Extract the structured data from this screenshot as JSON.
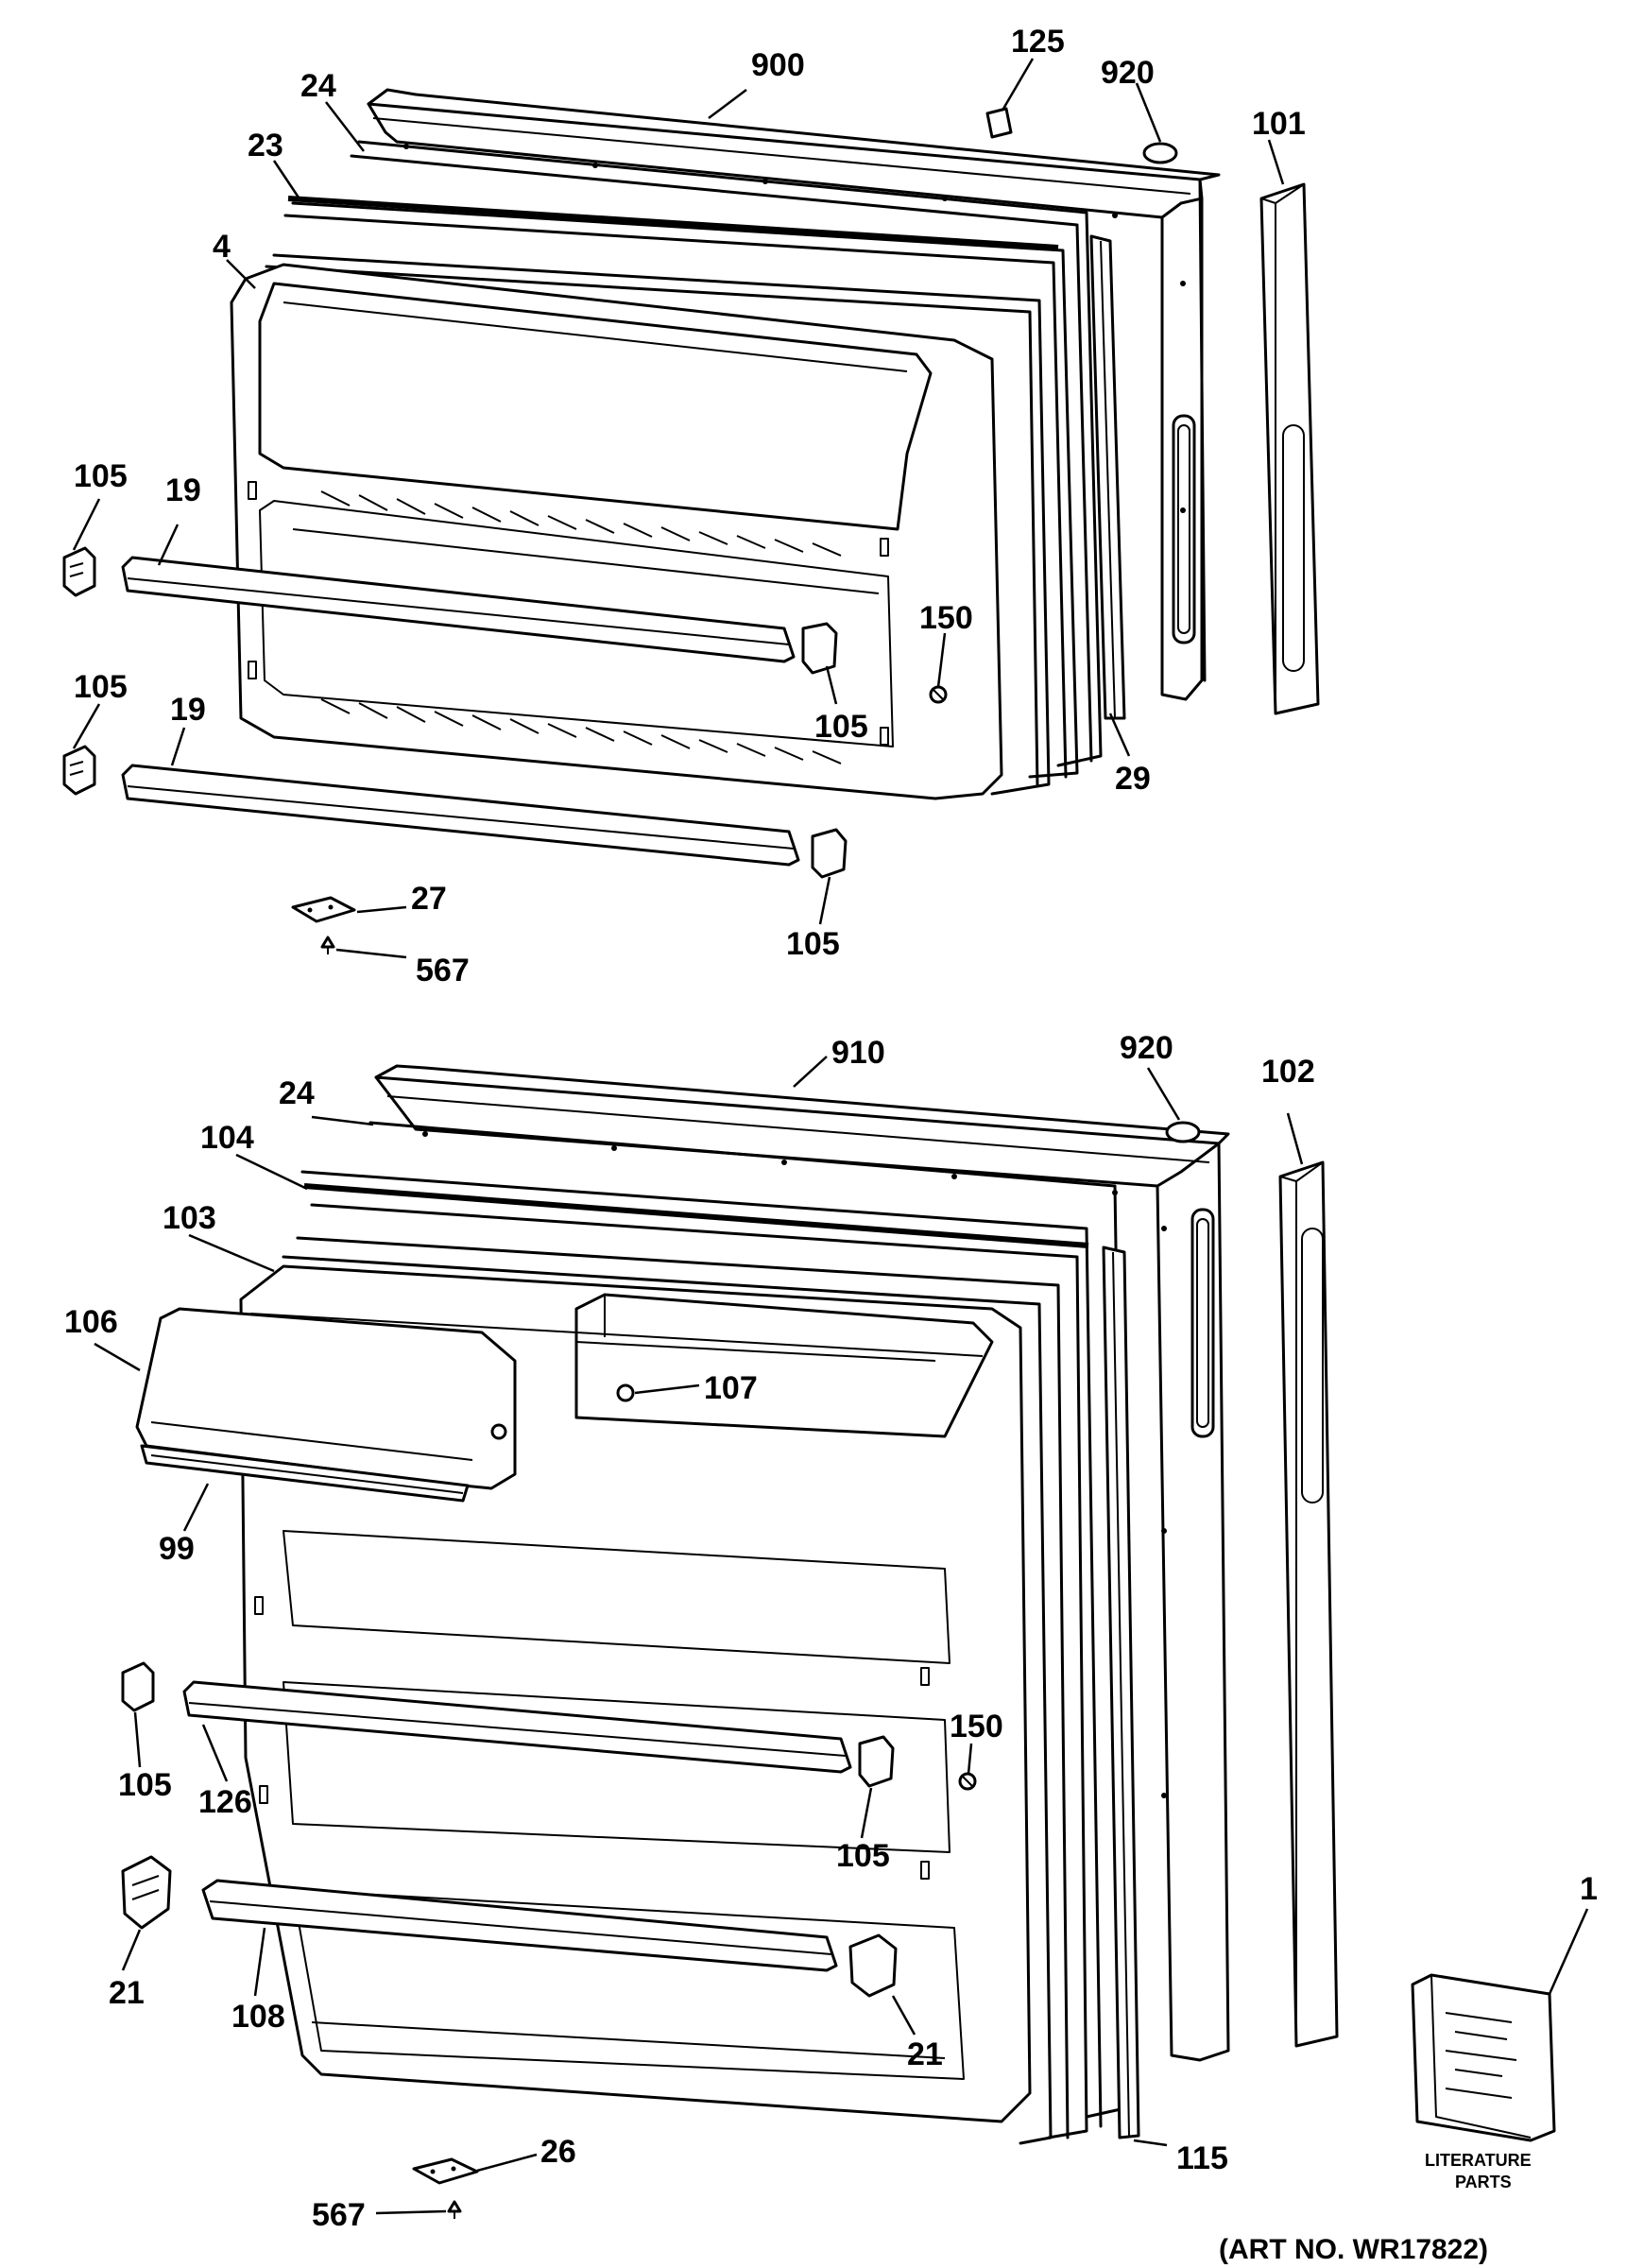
{
  "callouts": {
    "c900": "900",
    "c125": "125",
    "c920_top": "920",
    "c101": "101",
    "c24_top": "24",
    "c23": "23",
    "c4": "4",
    "c105_a": "105",
    "c19_a": "19",
    "c150_top": "150",
    "c105_b": "105",
    "c29": "29",
    "c105_c": "105",
    "c19_b": "19",
    "c105_d": "105",
    "c27": "27",
    "c567_top": "567",
    "c910": "910",
    "c920_bot": "920",
    "c102": "102",
    "c24_bot": "24",
    "c104": "104",
    "c103": "103",
    "c106": "106",
    "c107": "107",
    "c99": "99",
    "c105_e": "105",
    "c126": "126",
    "c150_bot": "150",
    "c105_f": "105",
    "c21_a": "21",
    "c108": "108",
    "c21_b": "21",
    "c1": "1",
    "c26": "26",
    "c115": "115",
    "c567_bot": "567"
  },
  "literature": {
    "line1": "LITERATURE",
    "line2": "PARTS"
  },
  "art_number": "(ART NO. WR17822)"
}
